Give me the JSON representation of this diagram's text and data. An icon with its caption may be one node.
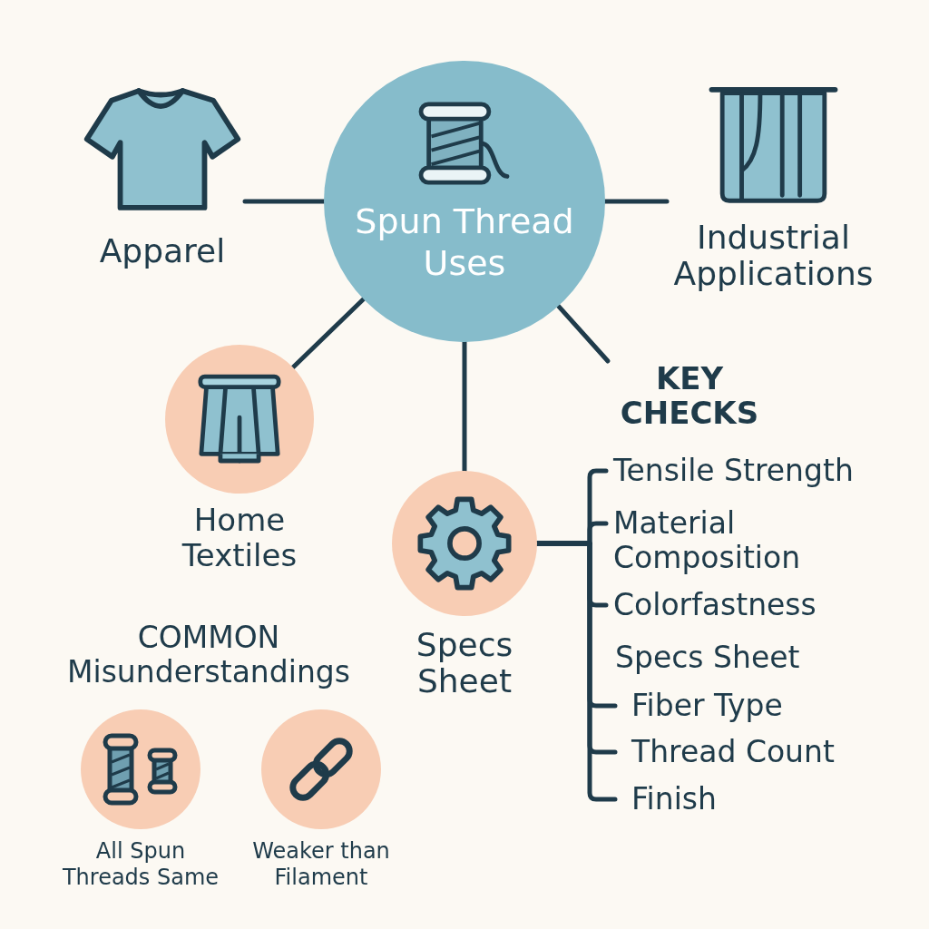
{
  "diagram": {
    "nodes": [
      {
        "text": [
          "Spun Thread Uses"
        ]
      },
      {
        "text": [
          "Apparel"
        ]
      },
      {
        "text": [
          "Industrial Applications"
        ]
      },
      {
        "text": [
          "Home Textiles"
        ]
      },
      {
        "text": [
          "KEY CHECKS"
        ]
      },
      {
        "text": [
          "Specs Sheet"
        ]
      },
      {
        "text": [
          "Tensile Strength"
        ]
      },
      {
        "text": [
          "Material Composition"
        ]
      },
      {
        "text": [
          "Colorfastness"
        ]
      },
      {
        "text": [
          "Fiber Type"
        ]
      },
      {
        "text": [
          "Thread Count"
        ]
      },
      {
        "text": [
          "Finish"
        ]
      },
      {
        "text": [
          "All Spun Threads Same"
        ]
      },
      {
        "text": [
          "Weaker than Filament"
        ]
      }
    ],
    "edges": [
      {
        "from": 0,
        "to": 1,
        "arrow": "none"
      },
      {
        "from": 0,
        "to": 2,
        "arrow": "none"
      },
      {
        "from": 0,
        "to": 3,
        "arrow": "none"
      },
      {
        "from": 0,
        "to": 5,
        "arrow": "none"
      },
      {
        "from": 0,
        "to": 4,
        "arrow": "none"
      },
      {
        "from": 5,
        "to": 6,
        "arrow": "none"
      },
      {
        "from": 5,
        "to": 7,
        "arrow": "none"
      },
      {
        "from": 5,
        "to": 8,
        "arrow": "none"
      },
      {
        "from": 5,
        "to": 9,
        "arrow": "none"
      },
      {
        "from": 5,
        "to": 10,
        "arrow": "none"
      },
      {
        "from": 5,
        "to": 11,
        "arrow": "none"
      }
    ],
    "labels": [
      "Specs Sheet",
      "COMMON Misunderstandings"
    ]
  }
}
